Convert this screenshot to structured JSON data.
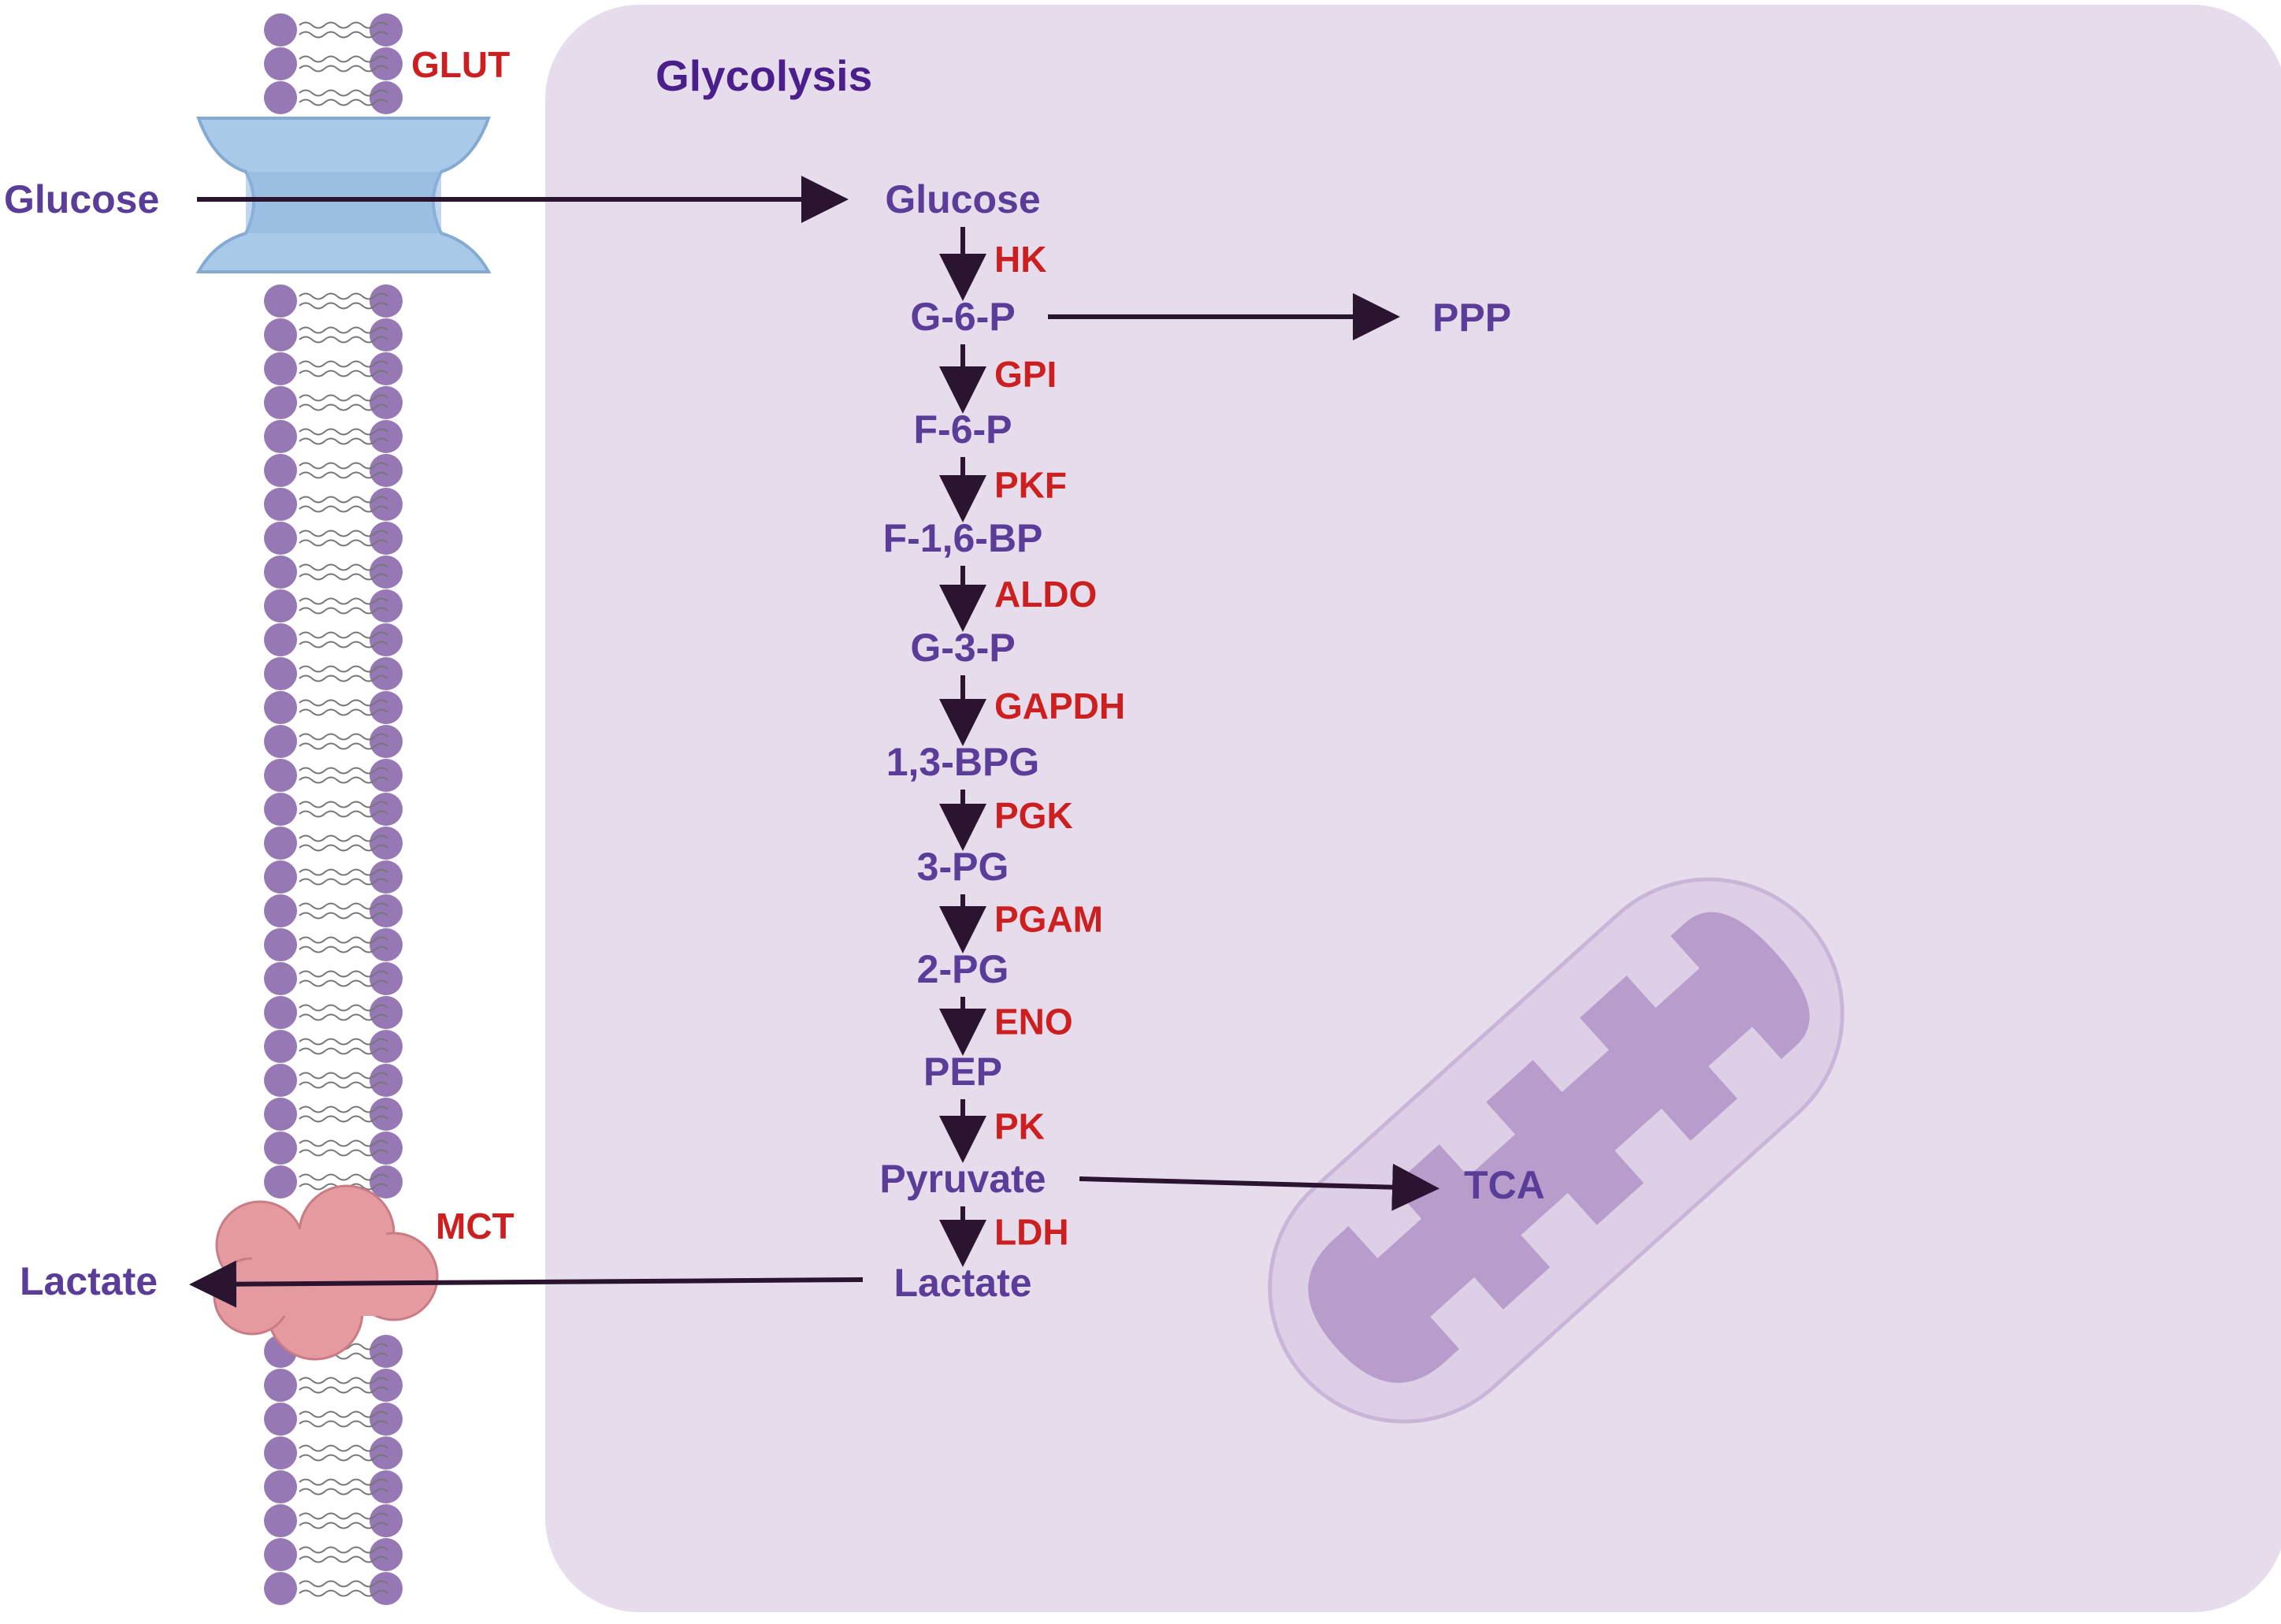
{
  "title": "Glycolysis",
  "transporters": {
    "glut": "GLUT",
    "mct": "MCT"
  },
  "extracellular": {
    "glucose": "Glucose",
    "lactate": "Lactate"
  },
  "pathway": [
    {
      "metabolite": "Glucose",
      "enzyme": "HK"
    },
    {
      "metabolite": "G-6-P",
      "enzyme": "GPI"
    },
    {
      "metabolite": "F-6-P",
      "enzyme": "PKF"
    },
    {
      "metabolite": "F-1,6-BP",
      "enzyme": "ALDO"
    },
    {
      "metabolite": "G-3-P",
      "enzyme": "GAPDH"
    },
    {
      "metabolite": "1,3-BPG",
      "enzyme": "PGK"
    },
    {
      "metabolite": "3-PG",
      "enzyme": "PGAM"
    },
    {
      "metabolite": "2-PG",
      "enzyme": "ENO"
    },
    {
      "metabolite": "PEP",
      "enzyme": "PK"
    },
    {
      "metabolite": "Pyruvate",
      "enzyme": "LDH"
    },
    {
      "metabolite": "Lactate",
      "enzyme": ""
    }
  ],
  "branches": {
    "ppp": "PPP",
    "tca": "TCA"
  },
  "colors": {
    "cell": "#e7dcec",
    "membrane": "#9678b5",
    "glut": "#a9c9e8",
    "mct": "#e59aa0",
    "arrow": "#2a1430",
    "mitochondrion_outer": "#ddd0e6",
    "mitochondrion_inner": "#b89ccc"
  },
  "icons": {
    "membrane": "lipid-bilayer-icon",
    "glut": "glut-transporter-icon",
    "mct": "mct-transporter-icon",
    "mitochondrion": "mitochondrion-icon"
  }
}
